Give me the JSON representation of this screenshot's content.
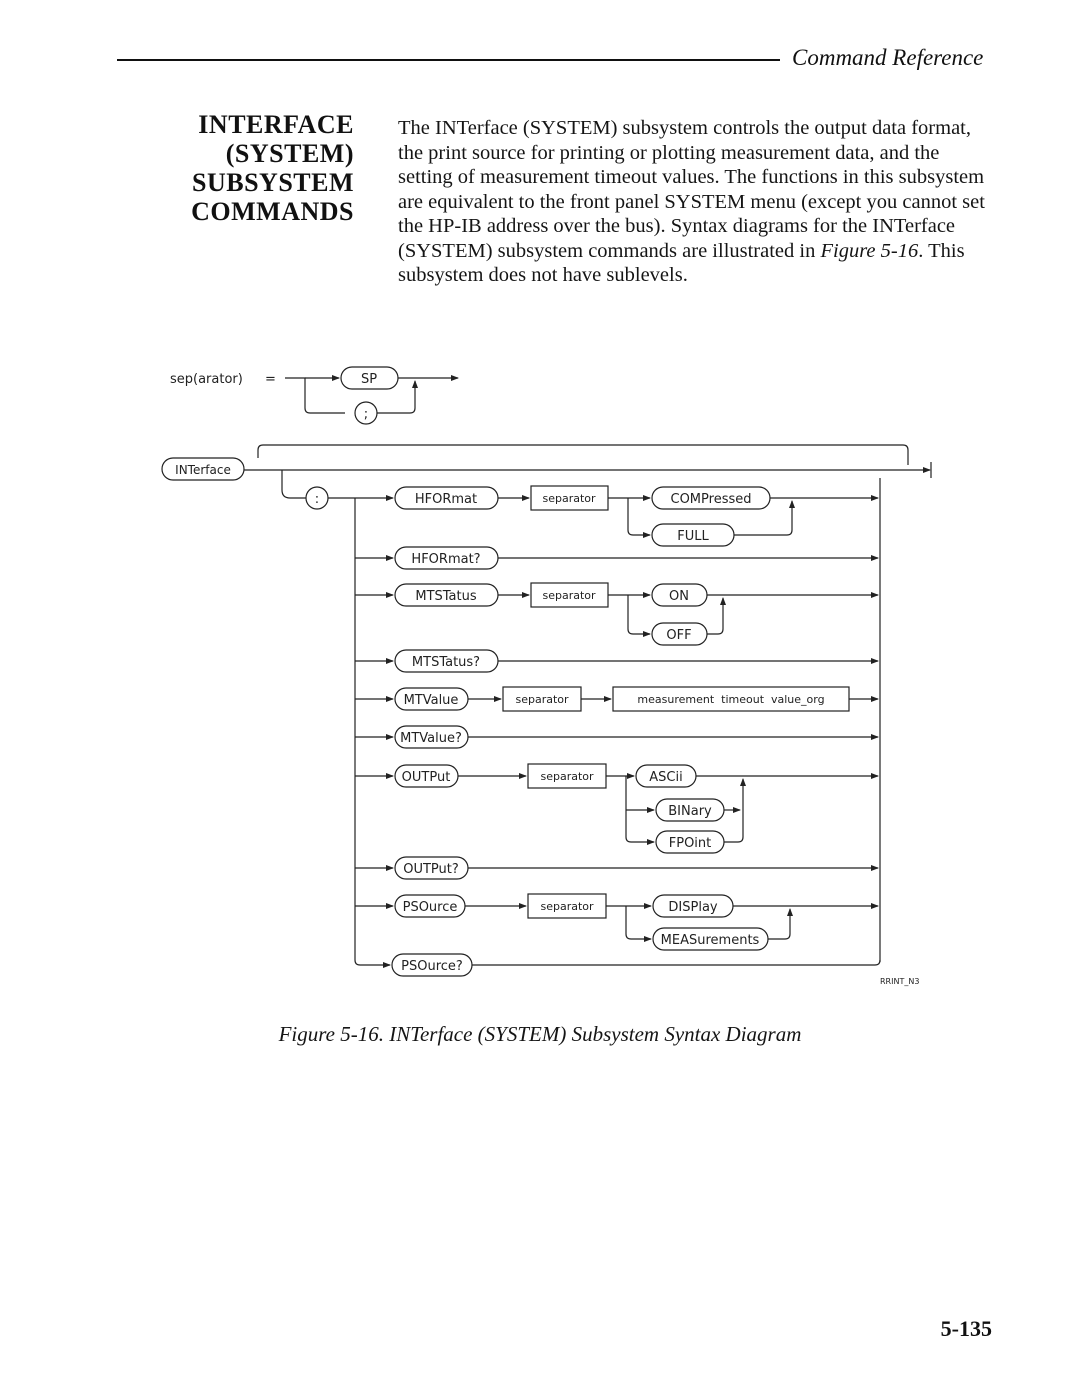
{
  "header": {
    "title": "Command Reference"
  },
  "section": {
    "heading_lines": [
      "INTERFACE",
      "(SYSTEM)",
      "SUBSYSTEM",
      "COMMANDS"
    ],
    "body_before_ref": "The INTerface (SYSTEM) subsystem controls the output data format, the print source for printing or plotting measurement data, and the setting of measurement timeout values. The functions in this subsystem are equivalent to the front panel SYSTEM menu (except you cannot set the HP-IB address over the bus). Syntax diagrams for the INTerface (SYSTEM) subsystem commands are illustrated in ",
    "figure_ref": "Figure 5-16",
    "body_after_ref": ". This subsystem does not have sublevels."
  },
  "diagram": {
    "separator_def": {
      "label": "sep(arator)",
      "equals": "=",
      "options": [
        "SP",
        ";"
      ]
    },
    "root": "INTerface",
    "colon": ":",
    "separator_box": "separator",
    "hformat": {
      "command": "HFORmat",
      "options": [
        "COMPressed",
        "FULL"
      ]
    },
    "hformat_query": "HFORmat?",
    "mtstatus": {
      "command": "MTSTatus",
      "options": [
        "ON",
        "OFF"
      ]
    },
    "mtstatus_query": "MTSTatus?",
    "mtvalue": {
      "command": "MTValue",
      "value_box": "measurement  timeout  value_org"
    },
    "mtvalue_query": "MTValue?",
    "output": {
      "command": "OUTPut",
      "options": [
        "ASCii",
        "BINary",
        "FPOint"
      ]
    },
    "output_query": "OUTPut?",
    "psource": {
      "command": "PSOurce",
      "options": [
        "DISPlay",
        "MEASurements"
      ]
    },
    "psource_query": "PSOurce?",
    "figure_id": "RRINT_N3"
  },
  "caption": "Figure 5-16. INTerface (SYSTEM) Subsystem Syntax Diagram",
  "page_number": "5-135"
}
